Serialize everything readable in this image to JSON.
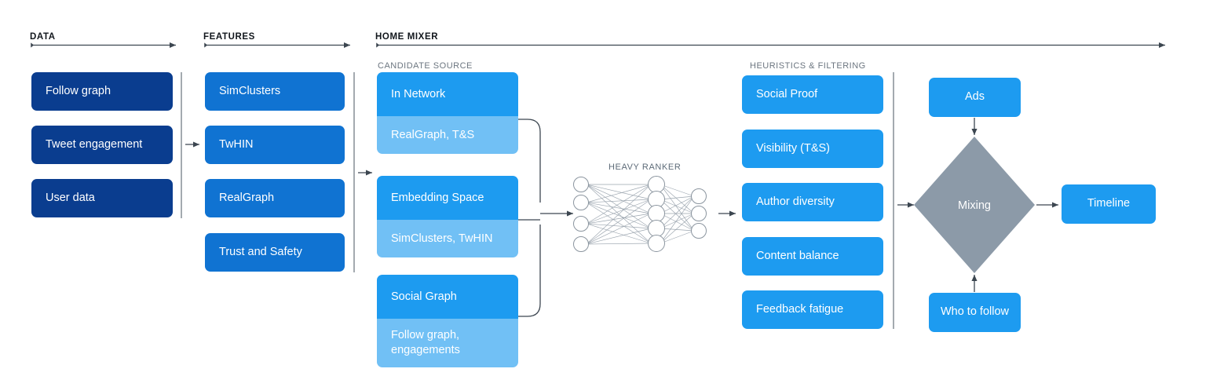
{
  "sections": [
    {
      "id": "data",
      "label": "DATA"
    },
    {
      "id": "features",
      "label": "FEATURES"
    },
    {
      "id": "home",
      "label": "HOME MIXER"
    }
  ],
  "subsections": [
    {
      "id": "candidate-source",
      "label": "CANDIDATE SOURCE"
    },
    {
      "id": "heuristics",
      "label": "HEURISTICS & FILTERING"
    }
  ],
  "data_column": {
    "items": [
      {
        "label": "Follow graph"
      },
      {
        "label": "Tweet engagement"
      },
      {
        "label": "User data"
      }
    ]
  },
  "features_column": {
    "items": [
      {
        "label": "SimClusters"
      },
      {
        "label": "TwHIN"
      },
      {
        "label": "RealGraph"
      },
      {
        "label": "Trust and Safety"
      }
    ]
  },
  "candidate_sources": [
    {
      "title": "In Network",
      "detail": "RealGraph, T&S"
    },
    {
      "title": "Embedding Space",
      "detail": "SimClusters, TwHIN"
    },
    {
      "title": "Social Graph",
      "detail": "Follow graph,\nengagements"
    }
  ],
  "ranker": {
    "label": "HEAVY RANKER",
    "input_nodes": 4,
    "hidden_nodes": 5,
    "output_nodes": 3
  },
  "heuristics": {
    "items": [
      {
        "label": "Social Proof"
      },
      {
        "label": "Visibility (T&S)"
      },
      {
        "label": "Author diversity"
      },
      {
        "label": "Content balance"
      },
      {
        "label": "Feedback fatigue"
      }
    ]
  },
  "mixing": {
    "label": "Mixing",
    "inputs_top": {
      "label": "Ads"
    },
    "inputs_bottom": {
      "label": "Who to follow"
    },
    "output": {
      "label": "Timeline"
    }
  },
  "colors": {
    "navy": "#0a3d8f",
    "blue": "#1073d2",
    "twitter_blue": "#1d9bf0",
    "light_blue": "#71c0f5",
    "diamond_gray": "#8c9aa8",
    "line": "#3c4650",
    "divider": "#5a646e",
    "section_text": "#11161c",
    "sub_text": "#6c7680"
  }
}
